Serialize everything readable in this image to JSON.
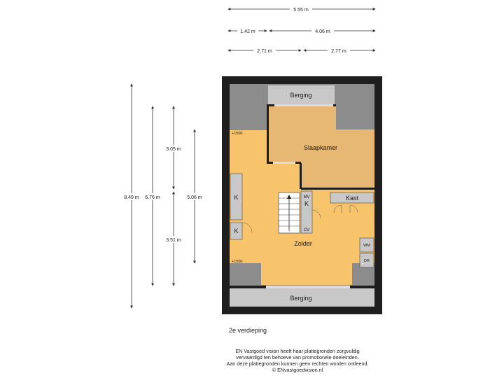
{
  "dimensions": {
    "top_total": "5.55 m",
    "top_split_left": "1.42 m",
    "top_split_right": "4.06 m",
    "top_half_left": "2.71 m",
    "top_half_right": "2.77 m",
    "left_total": "8.49 m",
    "left_inner": "6.76 m",
    "left_upper": "3.05 m",
    "left_lower": "3.51 m",
    "left_mid": "5.06 m"
  },
  "rooms": {
    "berging_top": "Berging",
    "slaapkamer": "Slaapkamer",
    "zolder": "Zolder",
    "berging_bottom": "Berging",
    "kast": "Kast"
  },
  "fixtures": {
    "k_upper": "K",
    "k_lower": "K",
    "mv": "MV",
    "k_mid": "K",
    "cv": "CV",
    "wm": "WM",
    "dr": "DR"
  },
  "heights": {
    "upper": "+1500",
    "lower": "+1500"
  },
  "floor_level": "2e verdieping",
  "disclaimer": {
    "line1": "EN Vastgoed vision heeft haar plattegronden zorgvuldig",
    "line2": "vervaardigd ten behoeve van promotionele doeleinden.",
    "line3": "Aan deze plattegronden kunnen geen rechten worden ontleend.",
    "line4": "© ENvastgoedvision.nl"
  },
  "colors": {
    "wall": "#1e1e1e",
    "low_area": "#8c8c8c",
    "floor": "#f7c46c",
    "floor_bedroom": "#e6b874",
    "storage": "#c8c8c8",
    "dimension_line": "#333333"
  }
}
